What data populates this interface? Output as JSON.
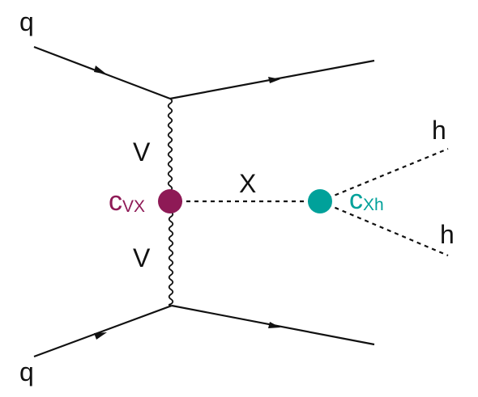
{
  "labels": {
    "q_top": "q",
    "q_bottom": "q",
    "v_top": "V",
    "v_bottom": "V",
    "x": "X",
    "h_top": "h",
    "h_bottom": "h"
  },
  "couplings": {
    "vx": {
      "symbol": "c",
      "subscript": "VX",
      "color": "#8E1A56"
    },
    "xh": {
      "symbol": "c",
      "subscript": "Xh",
      "color": "#00A19A"
    }
  },
  "colors": {
    "line": "#111111"
  }
}
